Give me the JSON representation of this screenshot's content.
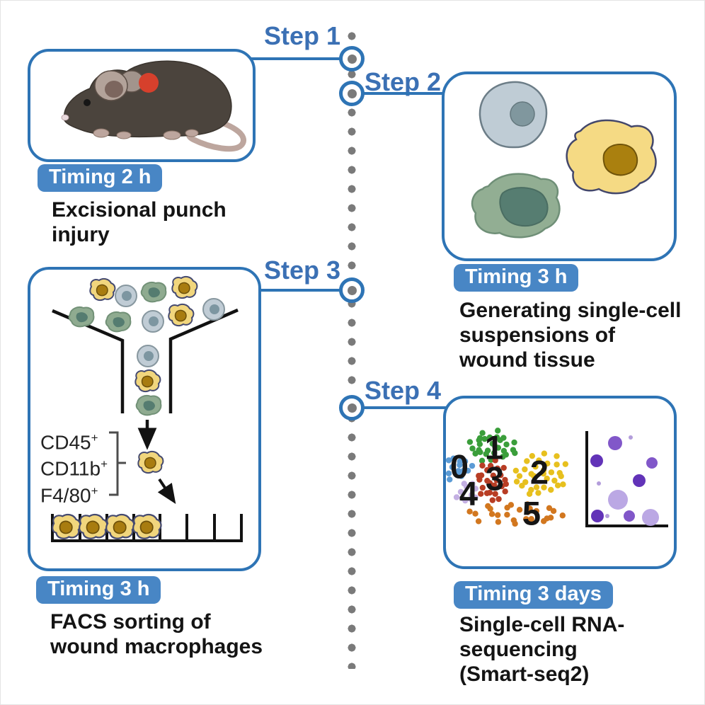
{
  "figure": {
    "type": "protocol-workflow-diagram",
    "palette": {
      "accent_blue": "#2e74b5",
      "badge_blue": "#4886c5",
      "step_label_blue": "#3b70b4",
      "timeline_dot_gray": "#7a7a7a",
      "text_black": "#141414",
      "wound_red": "#d6402c"
    }
  },
  "steps": [
    {
      "label": "Step 1",
      "timing": "Timing 2 h",
      "description_lines": [
        "Excisional punch",
        "injury"
      ],
      "illustration": "mouse-with-wound"
    },
    {
      "label": "Step 2",
      "timing": "Timing 3 h",
      "description_lines": [
        "Generating single-cell",
        "suspensions of",
        "wound tissue"
      ],
      "illustration": "dissociated-single-cells"
    },
    {
      "label": "Step 3",
      "timing": "Timing 3 h",
      "description_lines": [
        "FACS sorting of",
        "wound macrophages"
      ],
      "illustration": "facs-funnel-sorting"
    },
    {
      "label": "Step 4",
      "timing": "Timing 3 days",
      "description_lines": [
        "Single-cell RNA-",
        "sequencing",
        "(Smart-seq2)"
      ],
      "illustration": "scrna-seq-cluster-plot"
    }
  ],
  "facs_markers": [
    {
      "name": "CD45",
      "sup": "+"
    },
    {
      "name": "CD11b",
      "sup": "+"
    },
    {
      "name": "F4/80",
      "sup": "+"
    }
  ],
  "cluster_plot": {
    "clusters": [
      {
        "label": "0",
        "color": "#5b9bd5"
      },
      {
        "label": "1",
        "color": "#3a9e3a"
      },
      {
        "label": "2",
        "color": "#e7c01e"
      },
      {
        "label": "3",
        "color": "#b83d24"
      },
      {
        "label": "4",
        "color": "#c3afe2"
      },
      {
        "label": "5",
        "color": "#d2771f"
      }
    ]
  },
  "dot_plot": {
    "shades": [
      "#6233b8",
      "#8157c9",
      "#b39ddb",
      "#b7a3e3"
    ]
  }
}
